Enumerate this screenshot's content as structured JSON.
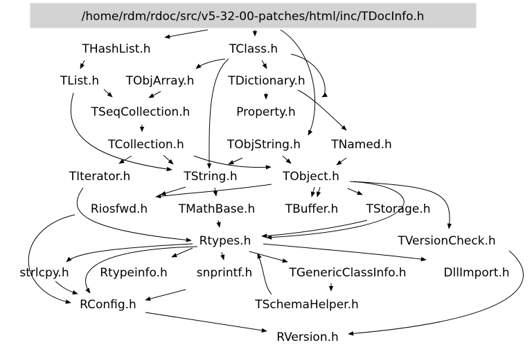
{
  "root": "/home/rdm/rdoc/src/v5-32-00-patches/html/inc/TDocInfo.h",
  "headers": {
    "thashlist": "THashList.h",
    "tclass": "TClass.h",
    "tlist": "TList.h",
    "tobjarray": "TObjArray.h",
    "tdictionary": "TDictionary.h",
    "tseqcollection": "TSeqCollection.h",
    "property": "Property.h",
    "tcollection": "TCollection.h",
    "tobjstring": "TObjString.h",
    "tnamed": "TNamed.h",
    "titerator": "TIterator.h",
    "tstring": "TString.h",
    "tobject": "TObject.h",
    "riosfwd": "Riosfwd.h",
    "tmathbase": "TMathBase.h",
    "tbuffer": "TBuffer.h",
    "tstorage": "TStorage.h",
    "rtypes": "Rtypes.h",
    "tversioncheck": "TVersionCheck.h",
    "strlcpy": "strlcpy.h",
    "rtypeinfo": "Rtypeinfo.h",
    "snprintf": "snprintf.h",
    "tgenericclassinfo": "TGenericClassInfo.h",
    "dllimport": "DllImport.h",
    "rconfig": "RConfig.h",
    "tschemahelper": "TSchemaHelper.h",
    "rversion": "RVersion.h"
  }
}
